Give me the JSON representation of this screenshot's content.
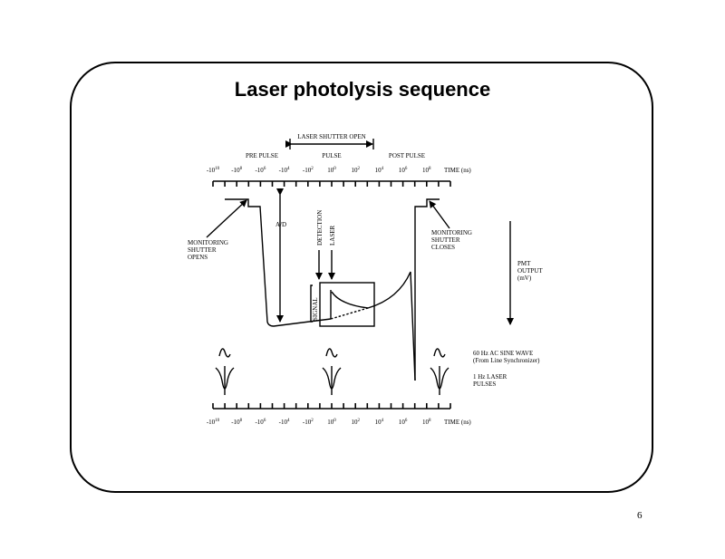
{
  "title": "Laser photolysis sequence",
  "page_number": "6",
  "diagram": {
    "shutter_label": "LASER SHUTTER OPEN",
    "phases": [
      "PRE PULSE",
      "PULSE",
      "POST PULSE"
    ],
    "time_ticks": [
      {
        "base": "-10",
        "exp": "10"
      },
      {
        "base": "-10",
        "exp": "8"
      },
      {
        "base": "-10",
        "exp": "6"
      },
      {
        "base": "-10",
        "exp": "4"
      },
      {
        "base": "-10",
        "exp": "2"
      },
      {
        "base": "10",
        "exp": "0"
      },
      {
        "base": "10",
        "exp": "2"
      },
      {
        "base": "10",
        "exp": "4"
      },
      {
        "base": "10",
        "exp": "6"
      },
      {
        "base": "10",
        "exp": "8"
      }
    ],
    "time_axis_label": "TIME (ns)",
    "ad_label": "A/D",
    "detection_label": "DETECTION",
    "laser_label": "LASER",
    "signal_label": "SIGNAL",
    "shutter_opens": [
      "MONITORING",
      "SHUTTER",
      "OPENS"
    ],
    "shutter_closes": [
      "MONITORING",
      "SHUTTER",
      "CLOSES"
    ],
    "pmt_output": [
      "PMT",
      "OUTPUT",
      "(mV)"
    ],
    "sine_legend": [
      "60 Hz AC SINE WAVE",
      "(From Line Synchronizer)"
    ],
    "laser_pulses_legend": [
      "1 Hz LASER",
      "PULSES"
    ]
  }
}
